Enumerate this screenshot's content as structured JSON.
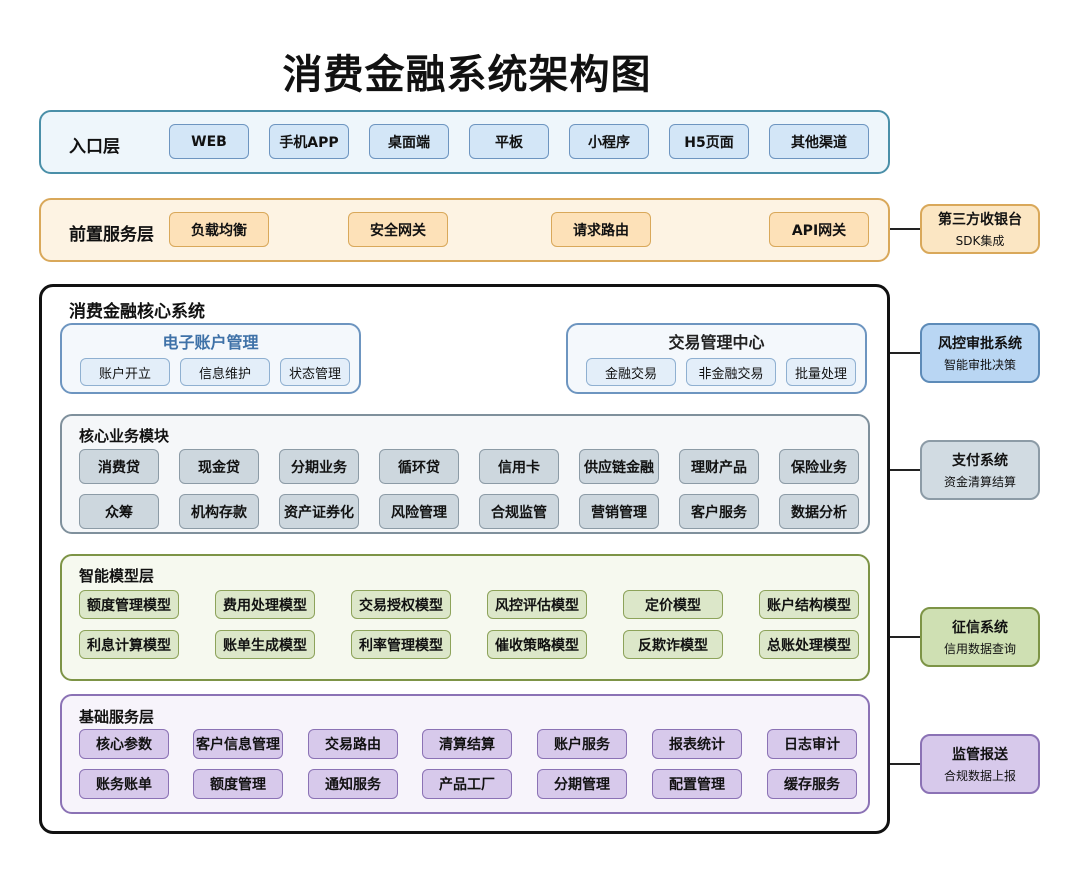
{
  "title": "消费金融系统架构图",
  "entry_layer": {
    "label": "入口层",
    "items": [
      "WEB",
      "手机APP",
      "桌面端",
      "平板",
      "小程序",
      "H5页面",
      "其他渠道"
    ]
  },
  "front_layer": {
    "label": "前置服务层",
    "items": [
      "负载均衡",
      "安全网关",
      "请求路由",
      "API网关"
    ]
  },
  "core_system": {
    "label": "消费金融核心系统",
    "account_mgmt": {
      "title": "电子账户管理",
      "items": [
        "账户开立",
        "信息维护",
        "状态管理"
      ]
    },
    "trade_center": {
      "title": "交易管理中心",
      "items": [
        "金融交易",
        "非金融交易",
        "批量处理"
      ]
    },
    "business": {
      "label": "核心业务模块",
      "rows": [
        [
          "消费贷",
          "现金贷",
          "分期业务",
          "循环贷",
          "信用卡",
          "供应链金融",
          "理财产品",
          "保险业务"
        ],
        [
          "众筹",
          "机构存款",
          "资产证券化",
          "风险管理",
          "合规监管",
          "营销管理",
          "客户服务",
          "数据分析"
        ]
      ]
    },
    "models": {
      "label": "智能模型层",
      "rows": [
        [
          "额度管理模型",
          "费用处理模型",
          "交易授权模型",
          "风控评估模型",
          "定价模型",
          "账户结构模型"
        ],
        [
          "利息计算模型",
          "账单生成模型",
          "利率管理模型",
          "催收策略模型",
          "反欺诈模型",
          "总账处理模型"
        ]
      ]
    },
    "base": {
      "label": "基础服务层",
      "rows": [
        [
          "核心参数",
          "客户信息管理",
          "交易路由",
          "清算结算",
          "账户服务",
          "报表统计",
          "日志审计"
        ],
        [
          "账务账单",
          "额度管理",
          "通知服务",
          "产品工厂",
          "分期管理",
          "配置管理",
          "缓存服务"
        ]
      ]
    }
  },
  "external": [
    {
      "title": "第三方收银台",
      "sub": "SDK集成"
    },
    {
      "title": "风控审批系统",
      "sub": "智能审批决策"
    },
    {
      "title": "支付系统",
      "sub": "资金清算结算"
    },
    {
      "title": "征信系统",
      "sub": "信用数据查询"
    },
    {
      "title": "监管报送",
      "sub": "合规数据上报"
    }
  ]
}
